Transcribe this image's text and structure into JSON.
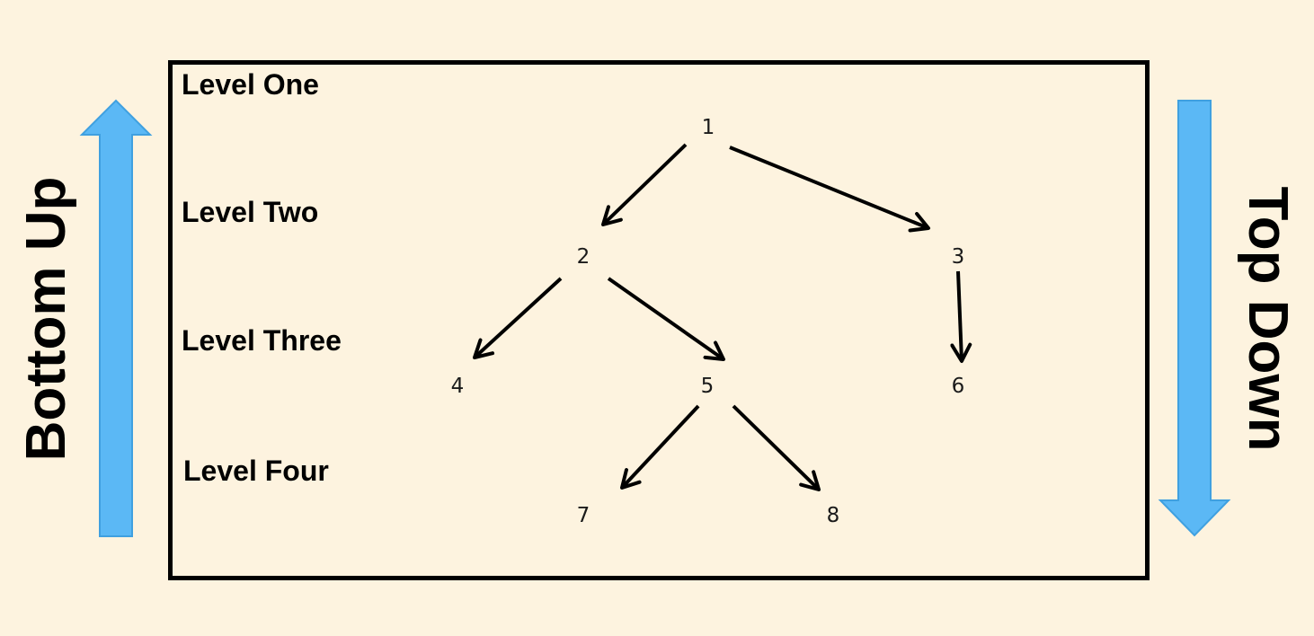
{
  "side_labels": {
    "left": "Bottom Up",
    "right": "Top Down"
  },
  "levels": [
    "Level One",
    "Level Two",
    "Level Three",
    "Level Four"
  ],
  "nodes": [
    "1",
    "2",
    "3",
    "4",
    "5",
    "6",
    "7",
    "8"
  ],
  "edges": [
    {
      "from": "1",
      "to": "2"
    },
    {
      "from": "1",
      "to": "3"
    },
    {
      "from": "2",
      "to": "4"
    },
    {
      "from": "2",
      "to": "5"
    },
    {
      "from": "3",
      "to": "6"
    },
    {
      "from": "5",
      "to": "7"
    },
    {
      "from": "5",
      "to": "8"
    }
  ],
  "colors": {
    "background": "#FDF3DF",
    "side_arrow": "#5BB8F5",
    "side_arrow_stroke": "#3FA0E0",
    "frame": "#000000",
    "edge": "#000000"
  }
}
